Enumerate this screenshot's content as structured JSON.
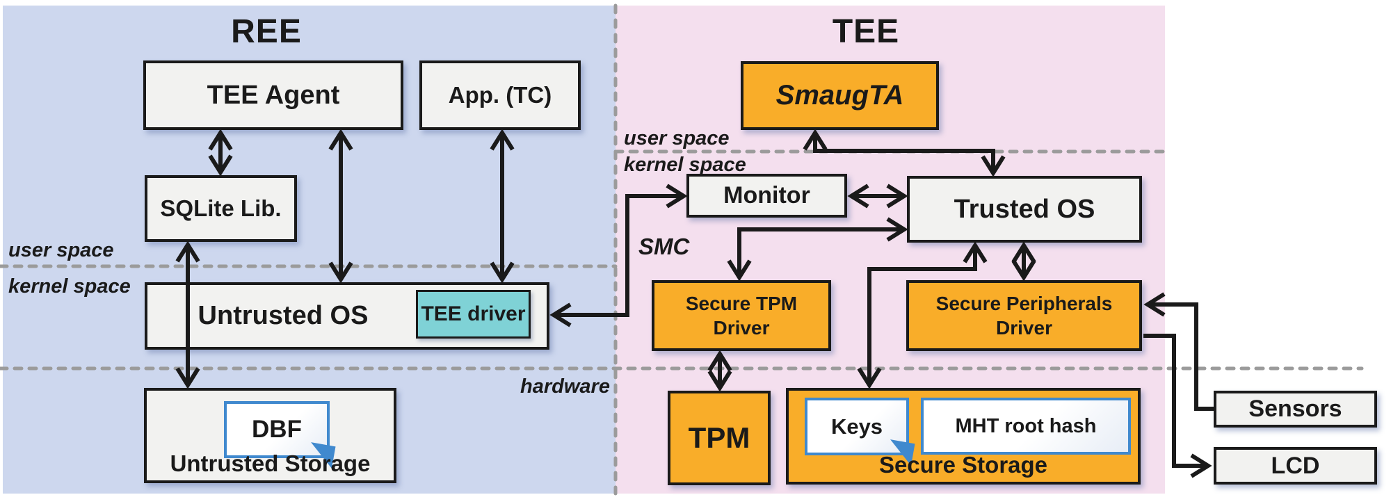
{
  "titles": {
    "ree": "REE",
    "tee": "TEE"
  },
  "zone_labels": {
    "ree_user_space": "user space",
    "ree_kernel_space": "kernel space",
    "tee_user_space": "user space",
    "tee_kernel_space": "kernel space",
    "hardware": "hardware",
    "smc": "SMC"
  },
  "boxes": {
    "tee_agent": {
      "label": "TEE Agent"
    },
    "app_tc": {
      "label": "App. (TC)"
    },
    "sqlite_lib": {
      "label": "SQLite Lib."
    },
    "untrusted_os": {
      "label": "Untrusted OS"
    },
    "tee_driver": {
      "label": "TEE driver"
    },
    "untrusted_storage": {
      "label": "Untrusted Storage",
      "file": "DBF"
    },
    "smaug_ta": {
      "label": "SmaugTA"
    },
    "monitor": {
      "label": "Monitor"
    },
    "trusted_os": {
      "label": "Trusted OS"
    },
    "secure_tpm_driver": {
      "label": "Secure TPM Driver"
    },
    "secure_peripherals_driver": {
      "label": "Secure Peripherals Driver"
    },
    "tpm": {
      "label": "TPM"
    },
    "secure_storage": {
      "label": "Secure Storage",
      "files": {
        "keys": "Keys",
        "mht": "MHT root hash"
      }
    },
    "sensors": {
      "label": "Sensors"
    },
    "lcd": {
      "label": "LCD"
    }
  },
  "arrows": [
    {
      "from": "tee_agent",
      "to": "sqlite_lib",
      "bidirectional": true
    },
    {
      "from": "tee_agent",
      "to": "untrusted_os",
      "bidirectional": true
    },
    {
      "from": "app_tc",
      "to": "untrusted_os",
      "bidirectional": true
    },
    {
      "from": "sqlite_lib",
      "to": "untrusted_storage",
      "bidirectional": true
    },
    {
      "from": "smaug_ta",
      "to": "trusted_os",
      "bidirectional": true
    },
    {
      "from": "monitor",
      "to": "trusted_os",
      "bidirectional": true
    },
    {
      "from": "tee_driver",
      "to": "monitor",
      "bidirectional": true,
      "label": "SMC"
    },
    {
      "from": "trusted_os",
      "to": "secure_tpm_driver",
      "bidirectional": true
    },
    {
      "from": "trusted_os",
      "to": "secure_peripherals_driver",
      "bidirectional": true
    },
    {
      "from": "trusted_os",
      "to": "secure_storage",
      "bidirectional": true
    },
    {
      "from": "secure_tpm_driver",
      "to": "tpm",
      "bidirectional": true
    },
    {
      "from": "sensors",
      "to": "secure_peripherals_driver",
      "bidirectional": false
    },
    {
      "from": "secure_peripherals_driver",
      "to": "lcd",
      "bidirectional": false
    }
  ],
  "colors": {
    "ree_background": "#cdd7ee",
    "tee_background": "#f4dfee",
    "highlight_orange": "#f9ad29",
    "tee_driver_teal": "#7fd2d6",
    "box_fill": "#f2f2f0",
    "line_black": "#1a1a1a",
    "dashed_gray": "#9b9b9b",
    "document_blue": "#4089ce"
  }
}
